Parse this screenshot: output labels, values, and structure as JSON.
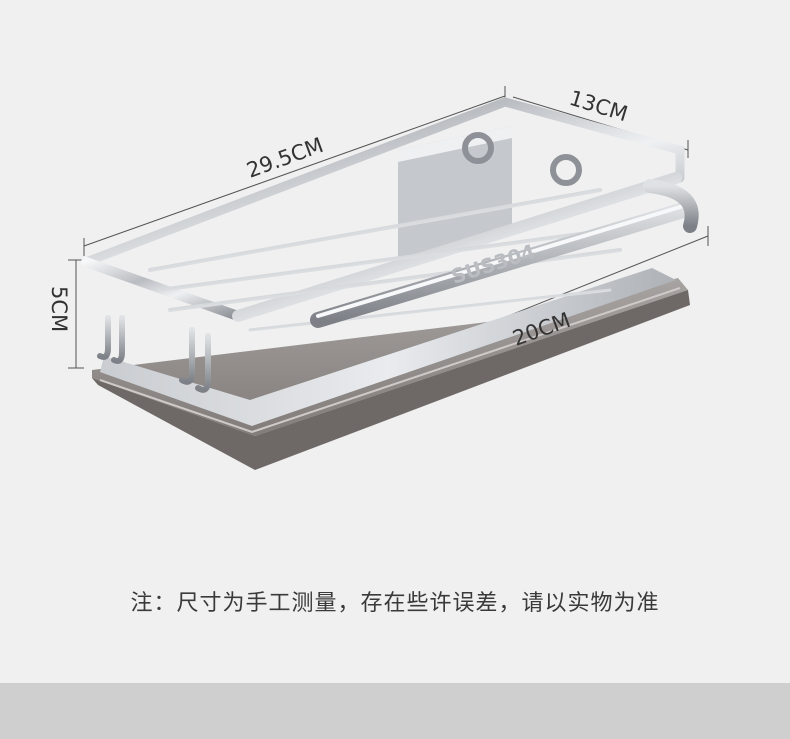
{
  "dimensions": {
    "length": "29.5CM",
    "depth": "13CM",
    "height": "5CM",
    "rail": "20CM"
  },
  "stamp": "SUS304",
  "note": "注：尺寸为手工测量，存在些许误差，请以实物为准"
}
